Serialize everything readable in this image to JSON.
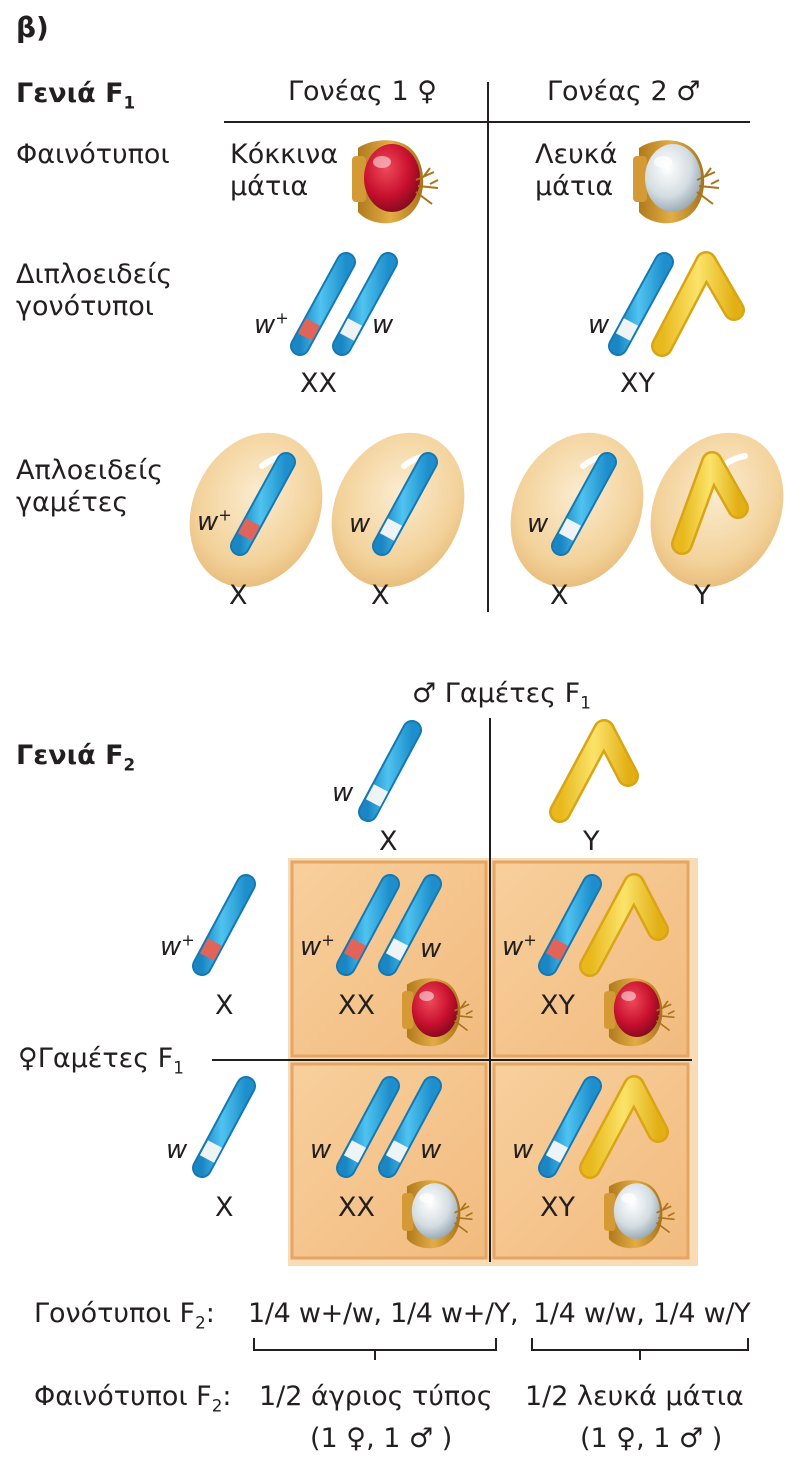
{
  "header": {
    "label": "β)"
  },
  "f1": {
    "title": "Γενιά F",
    "title_sub": "1",
    "parent1": "Γονέας 1 ♀",
    "parent2": "Γονέας 2 ♂",
    "row_phenotypes": "Φαινότυποι",
    "row_diploid_1": "Διπλοειδείς",
    "row_diploid_2": "γονότυποι",
    "row_haploid_1": "Απλοειδείς",
    "row_haploid_2": "γαμέτες",
    "parent1_phenotype_1": "Κόκκινα",
    "parent1_phenotype_2": "μάτια",
    "parent2_phenotype_1": "Λευκά",
    "parent2_phenotype_2": "μάτια",
    "parent1_genotype": "XX",
    "parent2_genotype": "XY",
    "allele_w": "w",
    "allele_wplus": "w",
    "plus": "+",
    "gametes": [
      "X",
      "X",
      "X",
      "Y"
    ]
  },
  "f2": {
    "title": "Γενιά F",
    "title_sub": "2",
    "male_gametes": "♂ Γαμέτες F",
    "male_gametes_sub": "1",
    "female_gametes": "♀Γαμέτες F",
    "female_gametes_sub": "1",
    "col_labels": [
      "X",
      "Y"
    ],
    "row_labels": [
      "X",
      "X"
    ],
    "cells": [
      "XX",
      "XY",
      "XX",
      "XY"
    ]
  },
  "summary": {
    "genotypes_label": "Γονότυποι F",
    "genotypes_sub": "2",
    "genotypes_colon": ":",
    "genotypes_left": "1/4 w+/w, 1/4 w+/Y,",
    "genotypes_right": "1/4 w/w, 1/4 w/Y",
    "phenotypes_label": "Φαινότυποι F",
    "phenotypes_sub": "2",
    "phenotypes_colon": ":",
    "phenotypes_left": "1/2 άγριος τύπος",
    "phenotypes_left_counts": "(1 ♀, 1 ♂ )",
    "phenotypes_right": "1/2 λευκά μάτια",
    "phenotypes_right_counts": "(1 ♀, 1 ♂ )"
  },
  "colors": {
    "x_chromosome": "#2aa7df",
    "y_chromosome": "#f2c928",
    "wplus_band": "#e0645a",
    "w_band": "#e8eef2",
    "gamete_cell": "#f3d5a0",
    "punnett_cell": "#f6c790",
    "red_eye": "#c8102e",
    "white_eye": "#d9e0e4"
  }
}
